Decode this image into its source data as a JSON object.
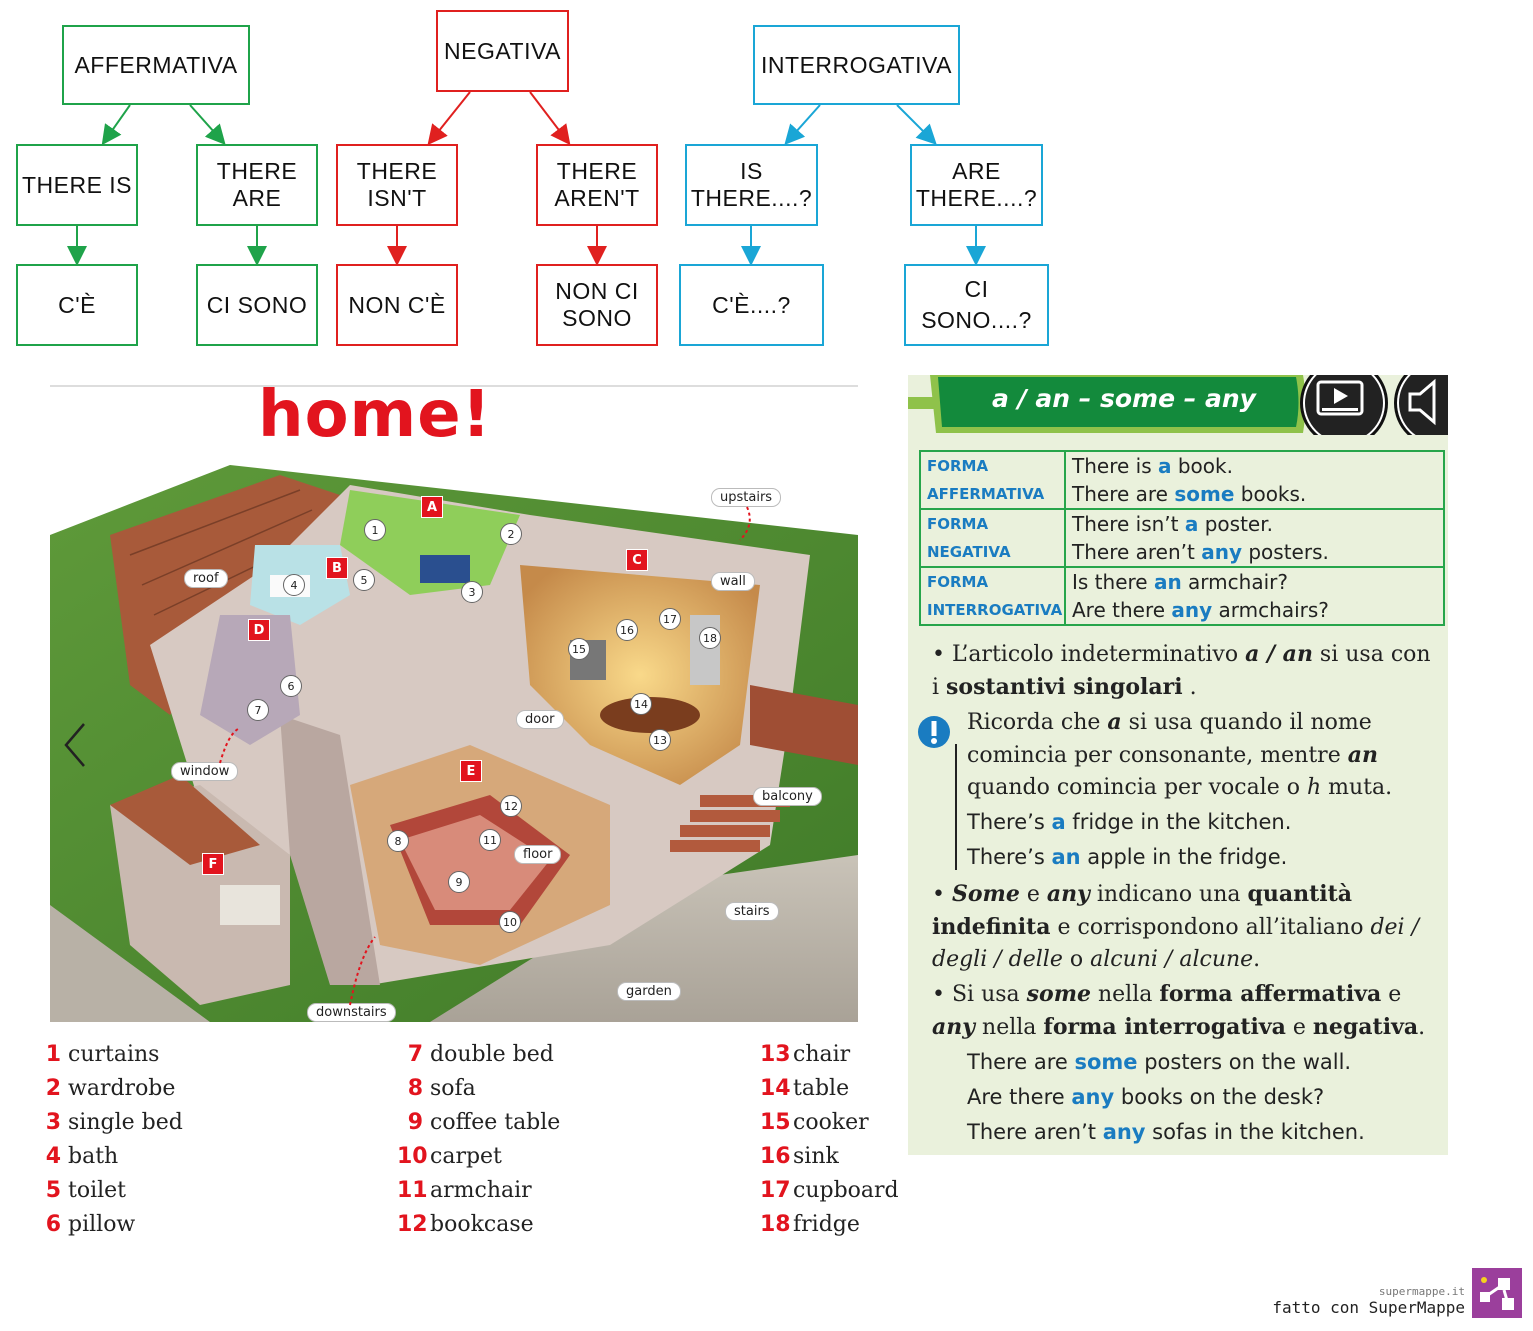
{
  "map": {
    "affermativa": "AFFERMATIVA",
    "negativa": "NEGATIVA",
    "interrogativa": "INTERROGATIVA",
    "there_is": "THERE IS",
    "there_are_1": "THERE",
    "there_are_2": "ARE",
    "there_isnt_1": "THERE",
    "there_isnt_2": "ISN'T",
    "there_arent_1": "THERE",
    "there_arent_2": "AREN'T",
    "is_there_1": "IS",
    "is_there_2": "THERE....?",
    "are_there_1": "ARE",
    "are_there_2": "THERE....?",
    "ce": "C'È",
    "ci_sono": "CI SONO",
    "non_ce": "NON C'È",
    "non_ci_sono_1": "NON CI",
    "non_ci_sono_2": "SONO",
    "ce_q": "C'È....?",
    "ci_sono_q_1": "CI",
    "ci_sono_q_2": "SONO....?",
    "colors": {
      "affermativa": "#1fa34a",
      "negativa": "#e0201f",
      "interrogativa": "#1aa6d6"
    }
  },
  "house": {
    "title": "home!",
    "labels": {
      "upstairs": "upstairs",
      "roof": "roof",
      "wall": "wall",
      "door": "door",
      "window": "window",
      "balcony": "balcony",
      "floor": "floor",
      "stairs": "stairs",
      "garden": "garden",
      "downstairs": "downstairs"
    },
    "rooms": [
      "A",
      "B",
      "C",
      "D",
      "E",
      "F"
    ],
    "numbers": [
      "1",
      "2",
      "3",
      "4",
      "5",
      "6",
      "7",
      "8",
      "9",
      "10",
      "11",
      "12",
      "13",
      "14",
      "15",
      "16",
      "17",
      "18"
    ],
    "nav_icon": "chevron-left-icon"
  },
  "vocabulary": [
    {
      "n": "1",
      "word": "curtains"
    },
    {
      "n": "2",
      "word": "wardrobe"
    },
    {
      "n": "3",
      "word": "single bed"
    },
    {
      "n": "4",
      "word": "bath"
    },
    {
      "n": "5",
      "word": "toilet"
    },
    {
      "n": "6",
      "word": "pillow"
    },
    {
      "n": "7",
      "word": "double bed"
    },
    {
      "n": "8",
      "word": "sofa"
    },
    {
      "n": "9",
      "word": "coffee table"
    },
    {
      "n": "10",
      "word": "carpet"
    },
    {
      "n": "11",
      "word": "armchair"
    },
    {
      "n": "12",
      "word": "bookcase"
    },
    {
      "n": "13",
      "word": "chair"
    },
    {
      "n": "14",
      "word": "table"
    },
    {
      "n": "15",
      "word": "cooker"
    },
    {
      "n": "16",
      "word": "sink"
    },
    {
      "n": "17",
      "word": "cupboard"
    },
    {
      "n": "18",
      "word": "fridge"
    }
  ],
  "grammar": {
    "header": "a / an – some – any",
    "icons": [
      "video-play-icon",
      "audio-speaker-icon"
    ],
    "table": [
      {
        "k1": "FORMA",
        "k2": "AFFERMATIVA",
        "l1": [
          "There is ",
          "a",
          " book."
        ],
        "l2": [
          "There are ",
          "some",
          " books."
        ]
      },
      {
        "k1": "FORMA",
        "k2": "NEGATIVA",
        "l1": [
          "There isn’t ",
          "a",
          " poster."
        ],
        "l2": [
          "There aren’t ",
          "any",
          " posters."
        ]
      },
      {
        "k1": "FORMA",
        "k2": "INTERROGATIVA",
        "l1": [
          "Is there ",
          "an",
          " armchair?"
        ],
        "l2": [
          "Are there ",
          "any",
          " armchairs?"
        ]
      }
    ],
    "b1": [
      "L’articolo indeterminativo ",
      "a / an",
      " si usa con i ",
      "sostantivi singolari",
      " ."
    ],
    "note": [
      "Ricorda che ",
      "a",
      " si usa quando il nome comincia per consonante, mentre ",
      "an",
      " quando comincia per vocale o ",
      "h",
      " muta."
    ],
    "ex1": [
      "There’s ",
      "a",
      " fridge in the kitchen."
    ],
    "ex2": [
      "There’s ",
      "an",
      " apple in the fridge."
    ],
    "b2": [
      "Some",
      " e ",
      "any",
      " indicano una ",
      "quantità indefinita",
      " e corrispondono all’italiano ",
      "dei / degli / delle",
      " o ",
      "alcuni / alcune",
      "."
    ],
    "b3": [
      "Si usa ",
      "some",
      " nella ",
      "forma affermativa",
      " e ",
      "any",
      " nella ",
      "forma interrogativa",
      " e ",
      "negativa",
      "."
    ],
    "ex3": [
      "There are ",
      "some",
      " posters on the wall."
    ],
    "ex4": [
      "Are there ",
      "any",
      " books on the desk?"
    ],
    "ex5": [
      "There aren’t ",
      "any",
      " sofas in the kitchen."
    ],
    "colors": {
      "green": "#27a54b",
      "blue": "#1a7cc1",
      "panel": "#eaf1dc"
    }
  },
  "footer": {
    "site": "supermappe.it",
    "credit": "fatto con SuperMappe",
    "logo_icon": "supermappe-logo-icon"
  }
}
